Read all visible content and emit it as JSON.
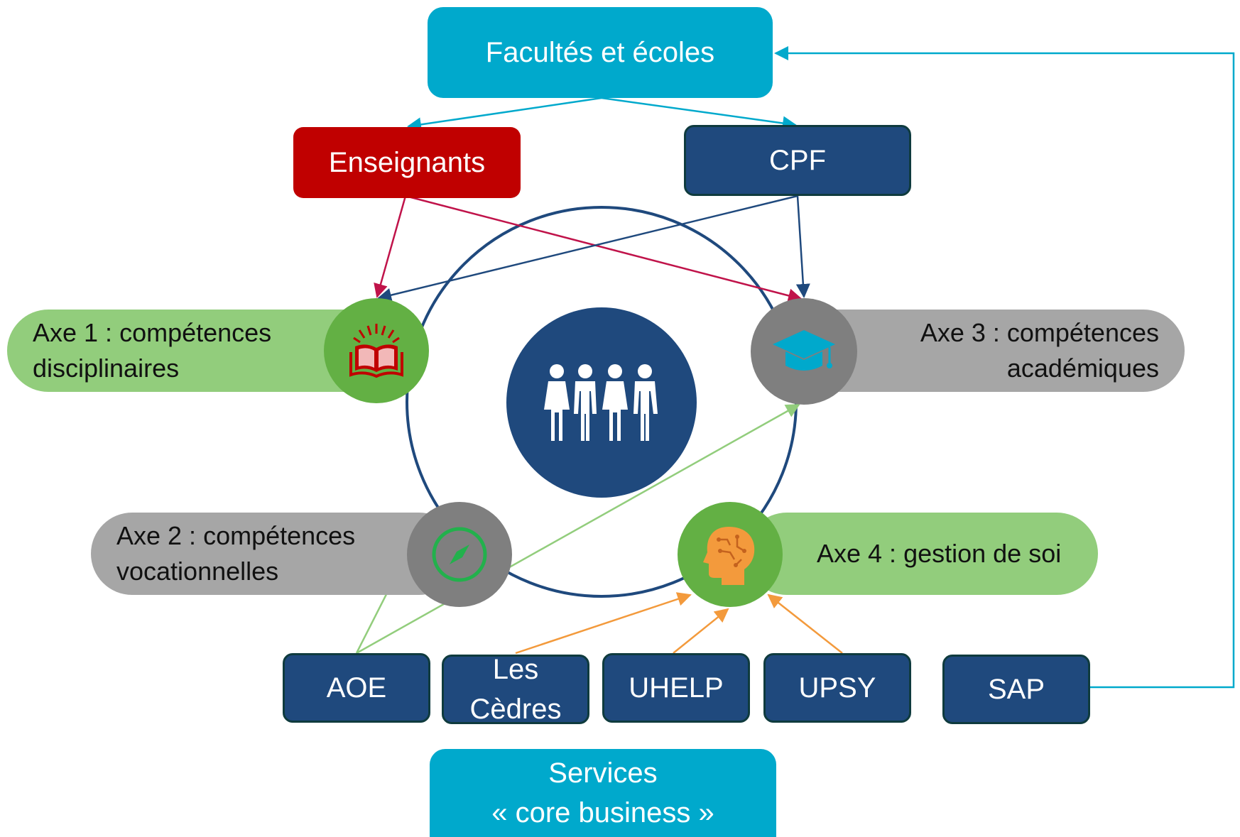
{
  "top_box": {
    "label": "Facultés et écoles"
  },
  "enseignants": {
    "label": "Enseignants"
  },
  "cpf": {
    "label": "CPF"
  },
  "axe1": {
    "line1": "Axe 1 : compétences",
    "line2": "disciplinaires",
    "icon": "open-book-icon"
  },
  "axe2": {
    "line1": "Axe 2 : compétences",
    "line2": "vocationnelles",
    "icon": "compass-icon"
  },
  "axe3": {
    "line1": "Axe 3  : compétences",
    "line2": "académiques",
    "icon": "graduation-cap-icon"
  },
  "axe4": {
    "line1": "Axe 4 : gestion de soi",
    "icon": "head-brain-icon"
  },
  "center": {
    "icon": "people-group-icon"
  },
  "services": [
    {
      "label": "AOE"
    },
    {
      "line1": "Les",
      "line2": "Cèdres"
    },
    {
      "label": "UHELP"
    },
    {
      "label": "UPSY"
    }
  ],
  "sap": {
    "label": "SAP"
  },
  "bottom_box": {
    "line1": "Services",
    "line2": "« core business »"
  },
  "colors": {
    "teal": "#00a9cc",
    "navy": "#1f497d",
    "red": "#c00000",
    "green_pill": "#92cd7c",
    "green_disc": "#63b044",
    "grey_pill": "#a6a6a6",
    "grey_disc": "#7f7f7f",
    "orange": "#f39a3c"
  }
}
